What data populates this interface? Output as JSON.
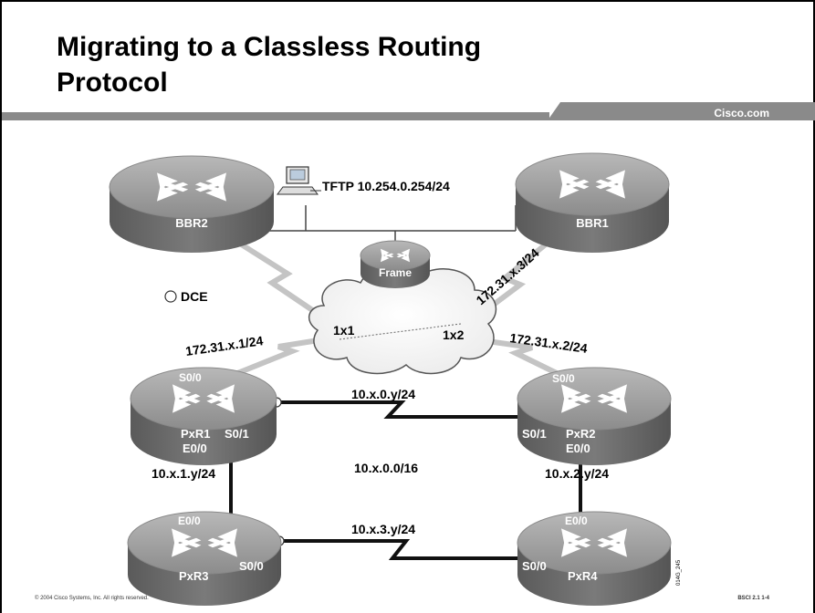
{
  "slide": {
    "title": "Migrating to a Classless Routing Protocol",
    "brand": "Cisco.com",
    "copyright": "© 2004 Cisco Systems, Inc. All rights reserved.",
    "course_ref": "BSCI 2.1   1-4",
    "figure_id": "014G_245"
  },
  "diagram": {
    "tftp_label": "TFTP 10.254.0.254/24",
    "dce_legend": "DCE",
    "frame_label": "Frame",
    "dlci_1": "1x1",
    "dlci_2": "1x2",
    "routers": {
      "bbr2": "BBR2",
      "bbr1": "BBR1",
      "pxr1": "PxR1",
      "pxr2": "PxR2",
      "pxr3": "PxR3",
      "pxr4": "PxR4"
    },
    "ports": {
      "pxr1_s00": "S0/0",
      "pxr1_s01": "S0/1",
      "pxr1_e00": "E0/0",
      "pxr2_s00": "S0/0",
      "pxr2_s01": "S0/1",
      "pxr2_e00": "E0/0",
      "pxr3_e00": "E0/0",
      "pxr3_s00": "S0/0",
      "pxr4_e00": "E0/0",
      "pxr4_s00": "S0/0"
    },
    "subnets": {
      "frame_bbr1": "172.31.x.3/24",
      "frame_pxr1": "172.31.x.1/24",
      "frame_pxr2": "172.31.x.2/24",
      "pxr1_pxr2": "10.x.0.y/24",
      "major_net": "10.x.0.0/16",
      "pxr1_pxr3": "10.x.1.y/24",
      "pxr2_pxr4": "10.x.2.y/24",
      "pxr3_pxr4": "10.x.3.y/24"
    }
  },
  "colors": {
    "router_body": "#6e6e6e",
    "router_top": "#a8a8a8",
    "link_gray": "#bdbdbd",
    "serial_black": "#111111",
    "title_bar": "#8a8a8a"
  }
}
